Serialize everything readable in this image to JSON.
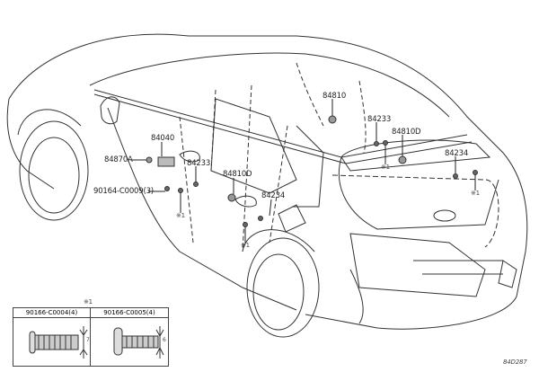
{
  "callouts": {
    "p84040": "84040",
    "p84870A": "84870A",
    "p90164": "90164-C0009(3)",
    "p84233_front": "84233",
    "p84810D_front": "84810D",
    "p84234_front": "84234",
    "p84810": "84810",
    "p84233_rear": "84233",
    "p84810D_rear": "84810D",
    "p84234_rear": "84234"
  },
  "screw_marker": "※1",
  "legend": {
    "marker": "※1",
    "items": [
      {
        "part": "90166-C0004(4)",
        "dimension": "7"
      },
      {
        "part": "90166-C0005(4)",
        "dimension": "6"
      }
    ]
  },
  "drawing_code": "84D287"
}
